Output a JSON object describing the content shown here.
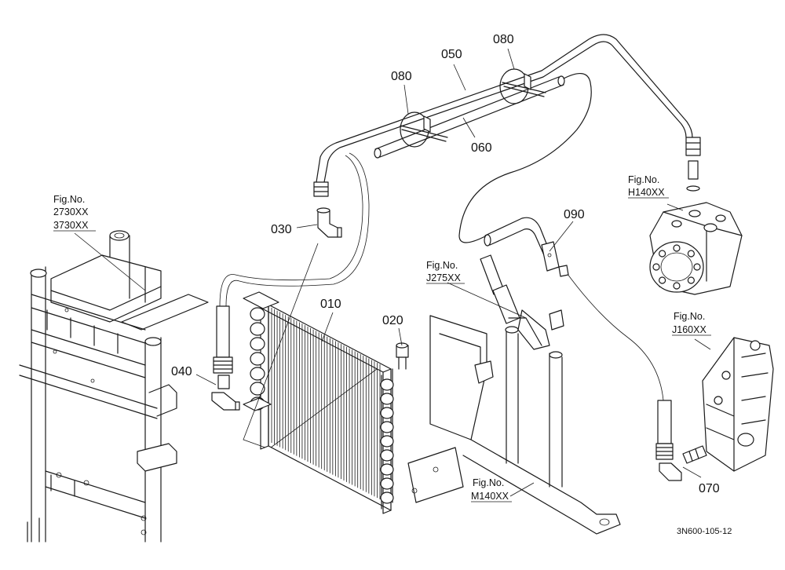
{
  "parts": {
    "p010": "010",
    "p020": "020",
    "p030": "030",
    "p040": "040",
    "p050": "050",
    "p060": "060",
    "p070": "070",
    "p080a": "080",
    "p080b": "080",
    "p090": "090"
  },
  "refs": {
    "frame": {
      "line1": "Fig.No.",
      "line2": "2730XX",
      "line3": "3730XX"
    },
    "steering": {
      "line1": "Fig.No.",
      "line2": "H140XX"
    },
    "valve": {
      "line1": "Fig.No.",
      "line2": "J160XX"
    },
    "cylinder": {
      "line1": "Fig.No.",
      "line2": "J275XX"
    },
    "bracket": {
      "line1": "Fig.No.",
      "line2": "M140XX"
    }
  },
  "drawing_code": "3N600-105-12"
}
